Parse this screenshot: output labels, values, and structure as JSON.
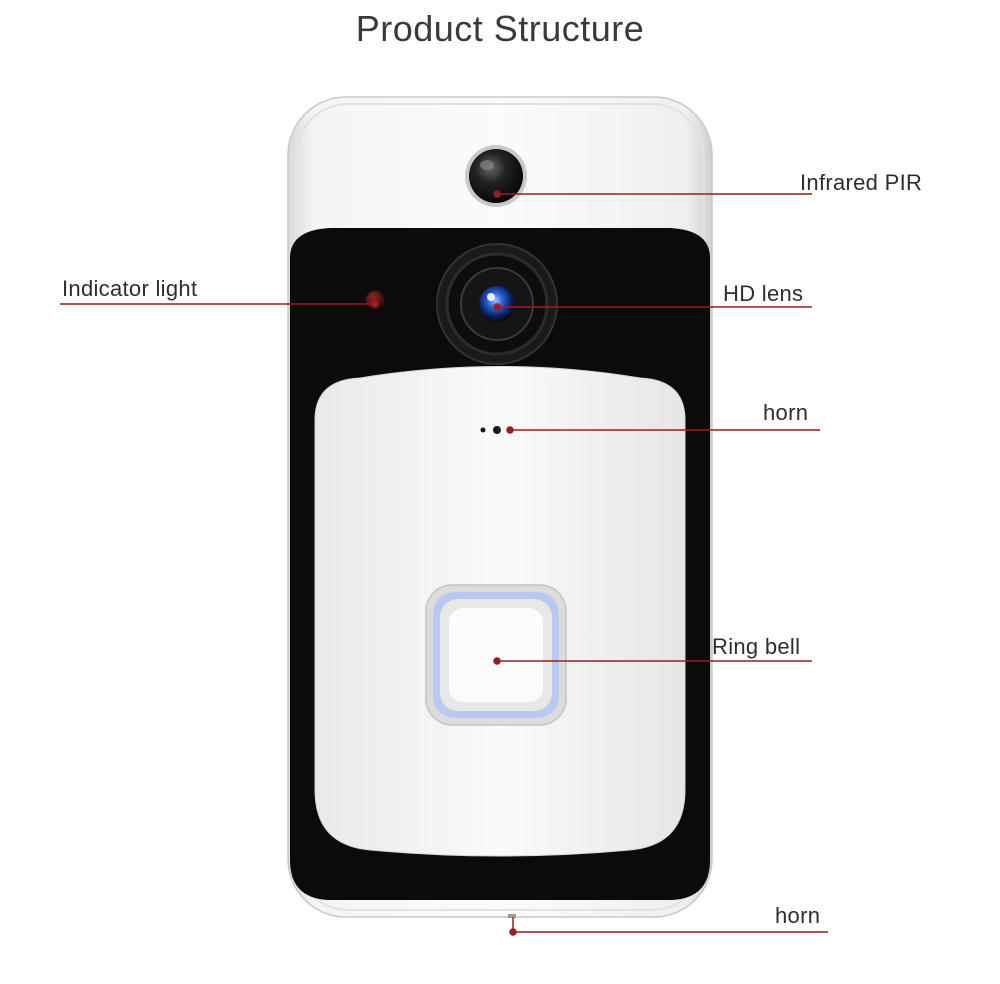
{
  "title": "Product Structure",
  "accent_color": "#9b1c22",
  "callouts": {
    "infrared_pir": "Infrared PIR",
    "indicator_light": "Indicator light",
    "hd_lens": "HD lens",
    "horn_top": "horn",
    "ring_bell": "Ring bell",
    "horn_bottom": "horn"
  }
}
